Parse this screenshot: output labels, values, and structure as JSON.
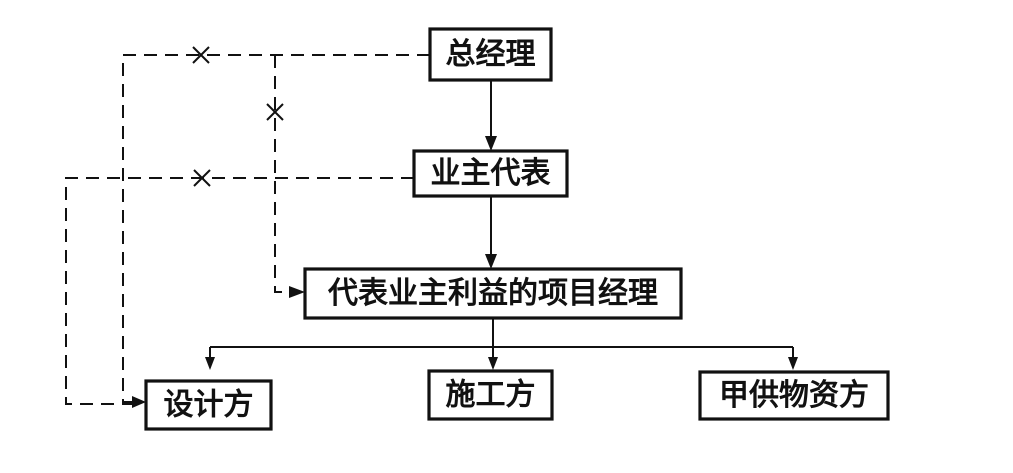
{
  "diagram": {
    "nodes": {
      "general_manager": "总经理",
      "owner_rep": "业主代表",
      "project_manager": "代表业主利益的项目经理",
      "designer": "设计方",
      "contractor": "施工方",
      "supplier": "甲供物资方"
    },
    "relations": [
      {
        "from": "general_manager",
        "to": "owner_rep",
        "style": "solid"
      },
      {
        "from": "owner_rep",
        "to": "project_manager",
        "style": "solid"
      },
      {
        "from": "project_manager",
        "to": "designer",
        "style": "solid"
      },
      {
        "from": "project_manager",
        "to": "contractor",
        "style": "solid"
      },
      {
        "from": "project_manager",
        "to": "supplier",
        "style": "solid"
      },
      {
        "from": "general_manager",
        "to": "designer",
        "style": "dashed-crossed"
      },
      {
        "from": "general_manager",
        "to": "project_manager",
        "style": "dashed-crossed"
      },
      {
        "from": "owner_rep",
        "to": "designer",
        "style": "dashed-crossed"
      }
    ]
  }
}
